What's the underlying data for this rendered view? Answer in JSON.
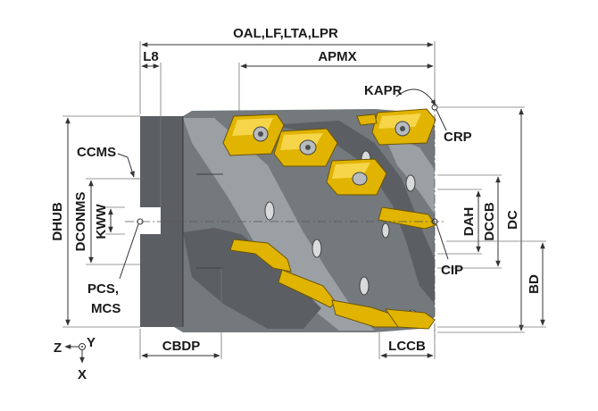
{
  "labels": {
    "oal": "OAL,LF,LTA,LPR",
    "l8": "L8",
    "apmx": "APMX",
    "kapr": "KAPR",
    "crp": "CRP",
    "ccms": "CCMS",
    "dhub": "DHUB",
    "dconms": "DCONMS",
    "kww": "KWW",
    "dah": "DAH",
    "dccb": "DCCB",
    "dc": "DC",
    "cip": "CIP",
    "bd": "BD",
    "pcs": "PCS,",
    "mcs": "MCS",
    "cbdp": "CBDP",
    "lccb": "LCCB",
    "axis_z": "Z",
    "axis_y": "Y",
    "axis_x": "X"
  },
  "colors": {
    "body": "#6b7074",
    "insert": "#e0b400",
    "dimension": "#333333"
  }
}
